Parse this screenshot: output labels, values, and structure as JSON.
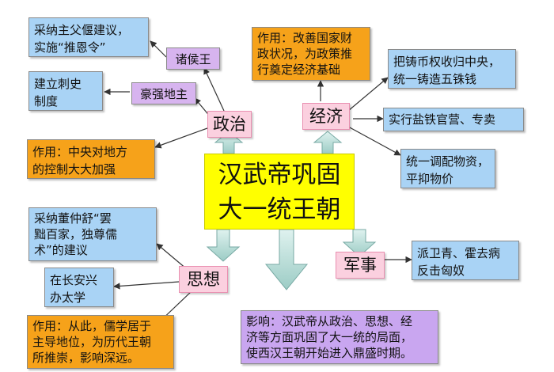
{
  "center": {
    "line1": "汉武帝巩固",
    "line2": "大一统王朝"
  },
  "politics": {
    "label": "政治",
    "advice": {
      "line1": "采纳主父偃建议，",
      "line2": "实施“推恩令”"
    },
    "vassal_kings": "诸侯王",
    "cishi": {
      "line1": "建立刺史",
      "line2": "制度"
    },
    "landlords": "豪强地主",
    "effect": {
      "line1": "作用：中央对地方",
      "line2": "的控制大大加强"
    }
  },
  "economy": {
    "label": "经济",
    "effect": {
      "line1": "作用：改善国家财",
      "line2": "政状况，为政策推",
      "line3": "行奠定经济基础"
    },
    "coinage": {
      "line1": "把铸币权收归中央，",
      "line2": "统一铸造五铢钱"
    },
    "salt_iron": "实行盐铁官营、专卖",
    "goods": {
      "line1": "统一调配物资，",
      "line2": "平抑物价"
    }
  },
  "thought": {
    "label": "思想",
    "dongzhongshu": {
      "line1": "采纳董仲舒“罢",
      "line2": "黜百家，独尊儒",
      "line3": "术”的建议"
    },
    "taixue": {
      "line1": "在长安兴",
      "line2": "办太学"
    },
    "effect": {
      "line1": "作用：从此，儒学居于",
      "line2": "主导地位，为历代王朝",
      "line3": "所推崇，影响深远。"
    }
  },
  "military": {
    "label": "军事",
    "generals": {
      "line1": "派卫青、霍去病",
      "line2": "反击匈奴"
    }
  },
  "influence": {
    "line1": "影响：汉武帝从政治、思想、经",
    "line2": "济等方面巩固了大一统的局面，",
    "line3": "使西汉王朝开始进入鼎盛时期。"
  }
}
